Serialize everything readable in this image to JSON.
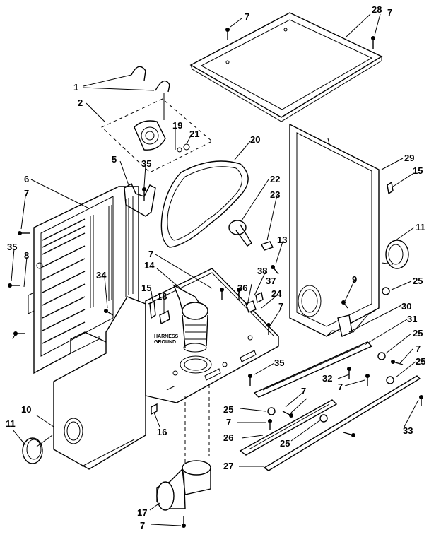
{
  "diagram": {
    "callouts": [
      "7",
      "28",
      "7",
      "1",
      "2",
      "19",
      "21",
      "20",
      "5",
      "35",
      "6",
      "22",
      "23",
      "29",
      "15",
      "11",
      "7",
      "35",
      "8",
      "13",
      "38",
      "37",
      "36",
      "24",
      "7",
      "9",
      "25",
      "34",
      "15",
      "18",
      "14",
      "30",
      "31",
      "25",
      "7",
      "25",
      "7",
      "35",
      "32",
      "7",
      "7",
      "25",
      "7",
      "26",
      "25",
      "33",
      "27",
      "10",
      "11",
      "16",
      "17",
      "7"
    ],
    "harness_label": [
      "HARNESS",
      "GROUND"
    ]
  }
}
